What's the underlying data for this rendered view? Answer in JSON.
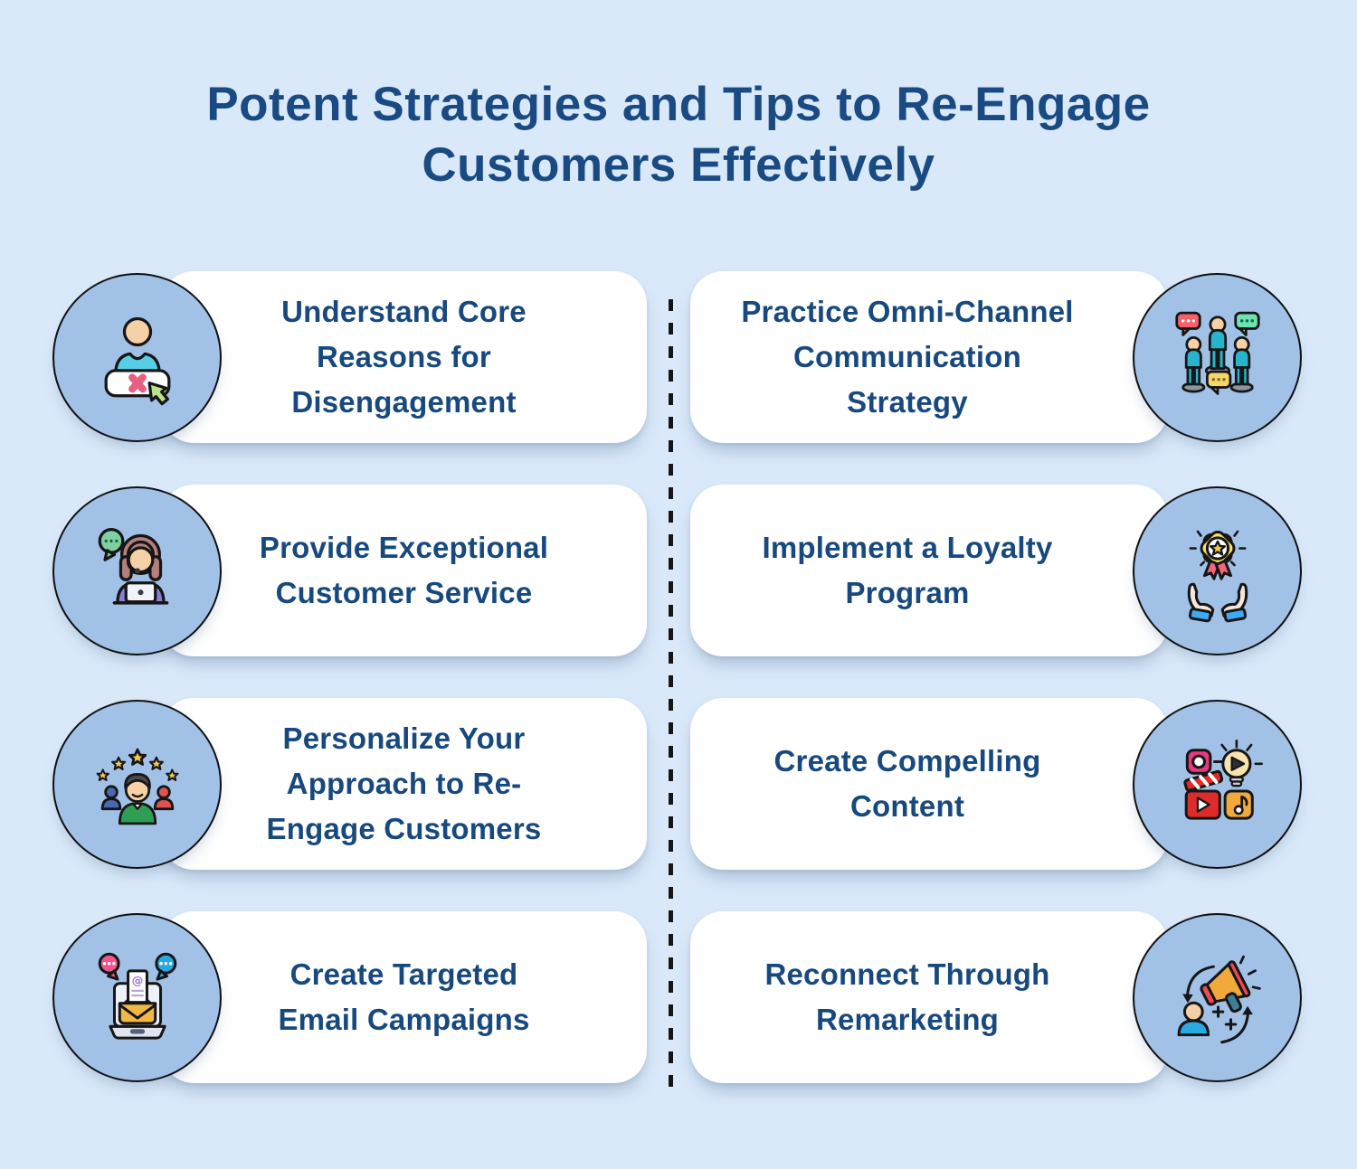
{
  "page": {
    "title": "Potent Strategies and Tips to Re-Engage\nCustomers Effectively",
    "colors": {
      "background": "#d9e9fa",
      "card": "#ffffff",
      "circle_fill": "#a2c1e6",
      "outline": "#101010",
      "title_text": "#1a4a82",
      "card_text": "#17497f",
      "divider": "#151515"
    }
  },
  "items": [
    {
      "label": "Understand Core\nReasons for\nDisengagement",
      "icon": "user-disengaged-icon",
      "position": "row-1-left"
    },
    {
      "label": "Practice Omni-Channel\nCommunication\nStrategy",
      "icon": "omni-channel-people-icon",
      "position": "row-1-right"
    },
    {
      "label": "Provide Exceptional\nCustomer Service",
      "icon": "customer-support-agent-icon",
      "position": "row-2-left"
    },
    {
      "label": "Implement a Loyalty\nProgram",
      "icon": "loyalty-badge-hands-icon",
      "position": "row-2-right"
    },
    {
      "label": "Personalize Your\nApproach to Re-\nEngage Customers",
      "icon": "personalized-customers-stars-icon",
      "position": "row-3-left"
    },
    {
      "label": "Create Compelling\nContent",
      "icon": "media-content-icon",
      "position": "row-3-right"
    },
    {
      "label": "Create Targeted\nEmail Campaigns",
      "icon": "email-campaign-laptop-icon",
      "position": "row-4-left"
    },
    {
      "label": "Reconnect Through\nRemarketing",
      "icon": "remarketing-megaphone-icon",
      "position": "row-4-right"
    }
  ]
}
